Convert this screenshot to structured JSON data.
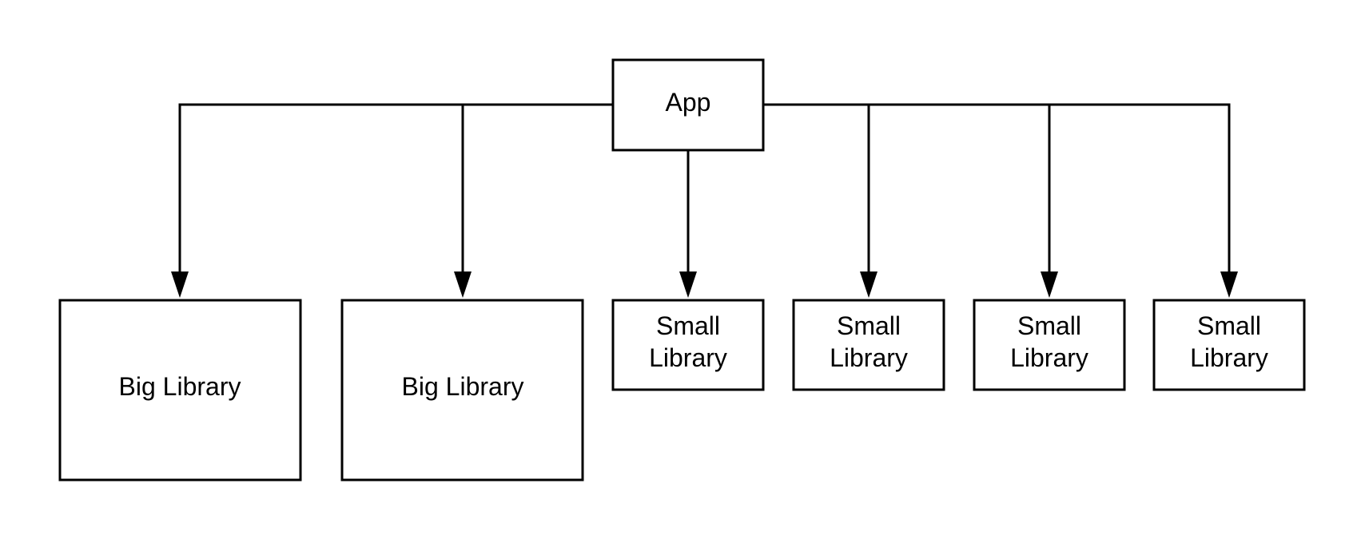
{
  "diagram": {
    "root": {
      "label": "App"
    },
    "big_libraries": [
      {
        "label": "Big Library"
      },
      {
        "label": "Big Library"
      }
    ],
    "small_libraries": [
      {
        "line1": "Small",
        "line2": "Library"
      },
      {
        "line1": "Small",
        "line2": "Library"
      },
      {
        "line1": "Small",
        "line2": "Library"
      },
      {
        "line1": "Small",
        "line2": "Library"
      }
    ],
    "colors": {
      "stroke": "#000000",
      "fill": "#ffffff",
      "background": "#ffffff"
    }
  }
}
